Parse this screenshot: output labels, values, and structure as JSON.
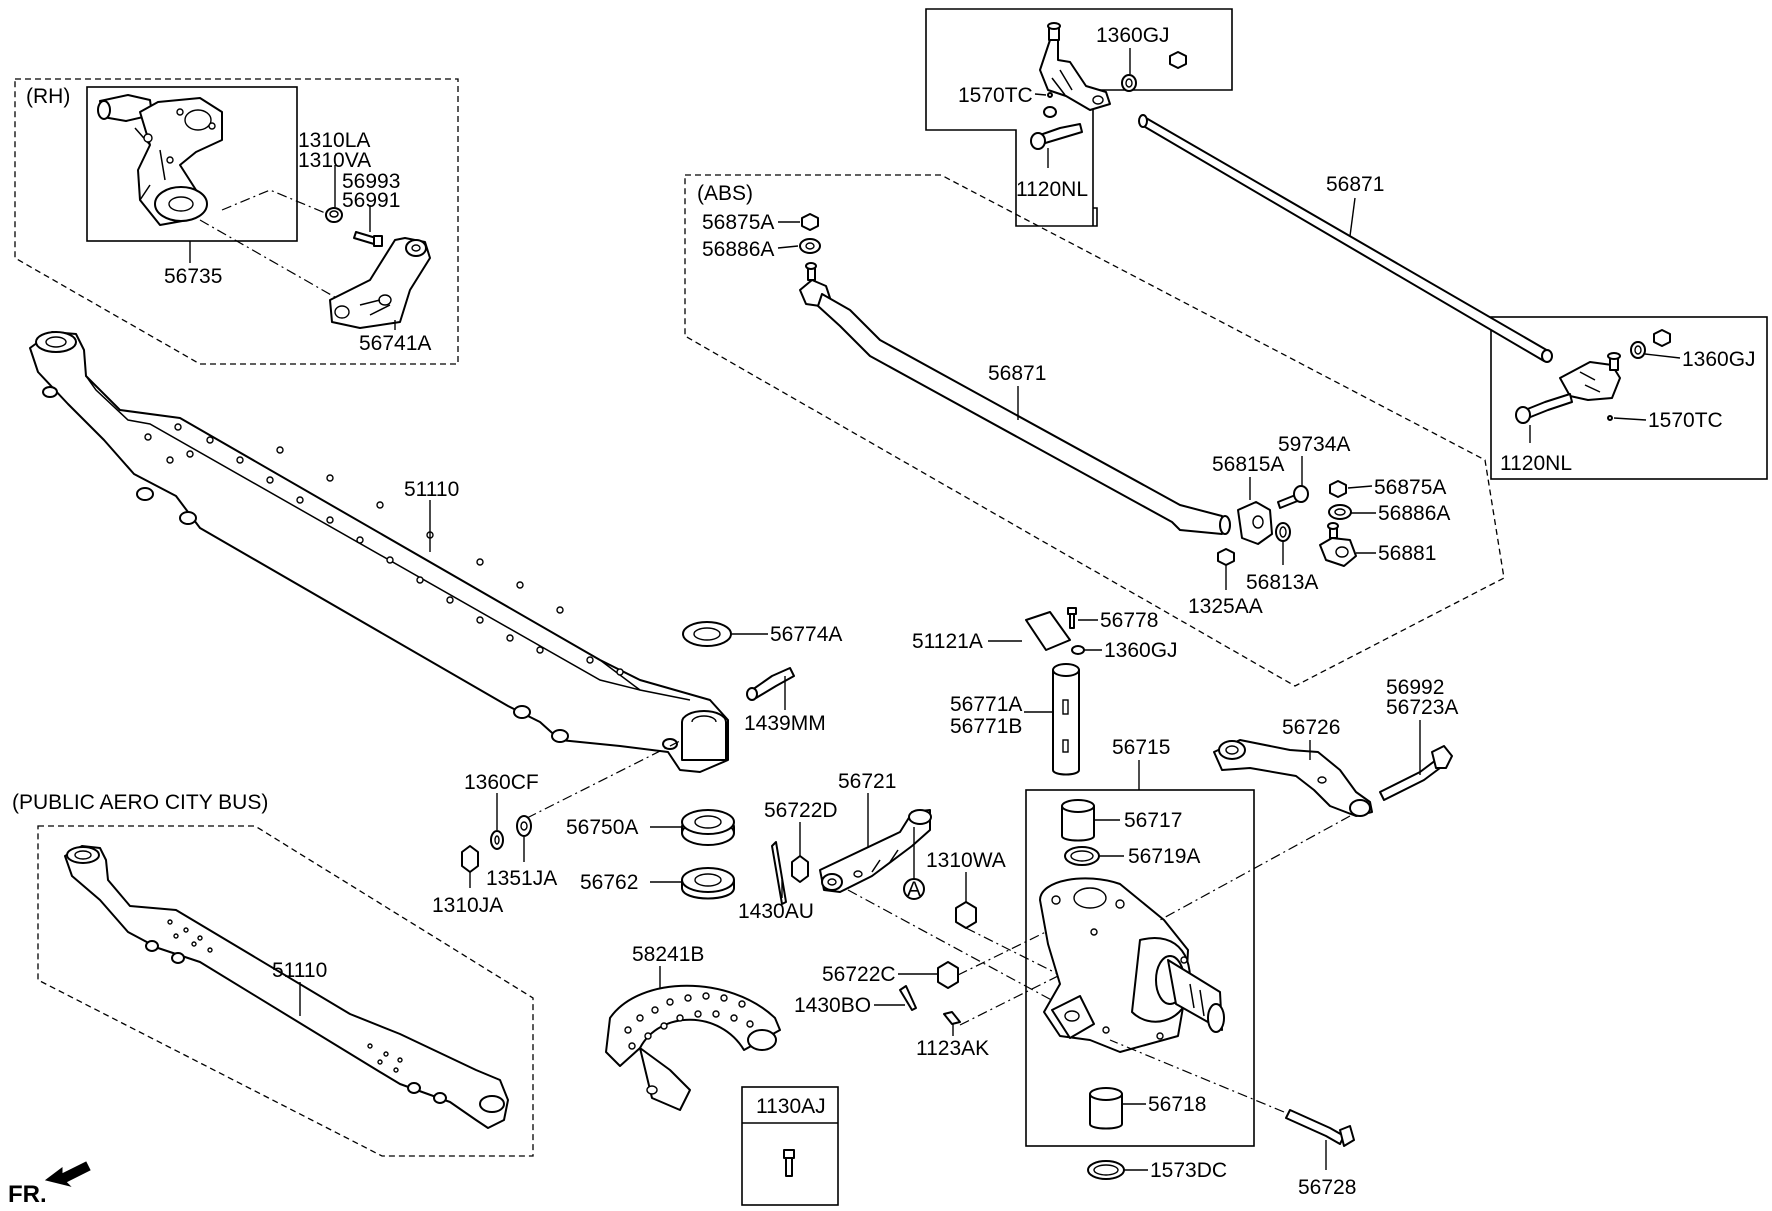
{
  "diagram": {
    "group_labels": {
      "rh": "(RH)",
      "abs": "(ABS)",
      "public_bus": "(PUBLIC AERO CITY BUS)",
      "inset_part": "1130AJ",
      "direction": "FR.",
      "reference_marker": "A"
    },
    "labels": {
      "p_1310la": "1310LA",
      "p_1310va": "1310VA",
      "p_56993": "56993",
      "p_56991": "56991",
      "p_56735": "56735",
      "p_56741a": "56741A",
      "p_1360gj_top": "1360GJ",
      "p_1570tc_top": "1570TC",
      "p_1120nl_top": "1120NL",
      "p_56871_top": "56871",
      "p_56875a_l": "56875A",
      "p_56886a_l": "56886A",
      "p_56871_abs": "56871",
      "p_1360gj_r": "1360GJ",
      "p_1570tc_r": "1570TC",
      "p_1120nl_r": "1120NL",
      "p_59734a": "59734A",
      "p_56815a": "56815A",
      "p_56875a_r": "56875A",
      "p_56886a_r": "56886A",
      "p_56881": "56881",
      "p_56813a": "56813A",
      "p_1325aa": "1325AA",
      "p_51110_main": "51110",
      "p_56774a": "56774A",
      "p_1439mm": "1439MM",
      "p_56778": "56778",
      "p_51121a": "51121A",
      "p_1360gj_m": "1360GJ",
      "p_56771a": "56771A",
      "p_56771b": "56771B",
      "p_56992": "56992",
      "p_56723a": "56723A",
      "p_56726": "56726",
      "p_56715": "56715",
      "p_56717": "56717",
      "p_56719a": "56719A",
      "p_1360cf": "1360CF",
      "p_56750a": "56750A",
      "p_56762": "56762",
      "p_1351ja": "1351JA",
      "p_1310ja": "1310JA",
      "p_56721": "56721",
      "p_56722d": "56722D",
      "p_1310wa": "1310WA",
      "p_1430au": "1430AU",
      "p_51110_bus": "51110",
      "p_58241b": "58241B",
      "p_56722c": "56722C",
      "p_1430bo": "1430BO",
      "p_1123ak": "1123AK",
      "p_56718": "56718",
      "p_1573dc": "1573DC",
      "p_56728": "56728"
    }
  }
}
